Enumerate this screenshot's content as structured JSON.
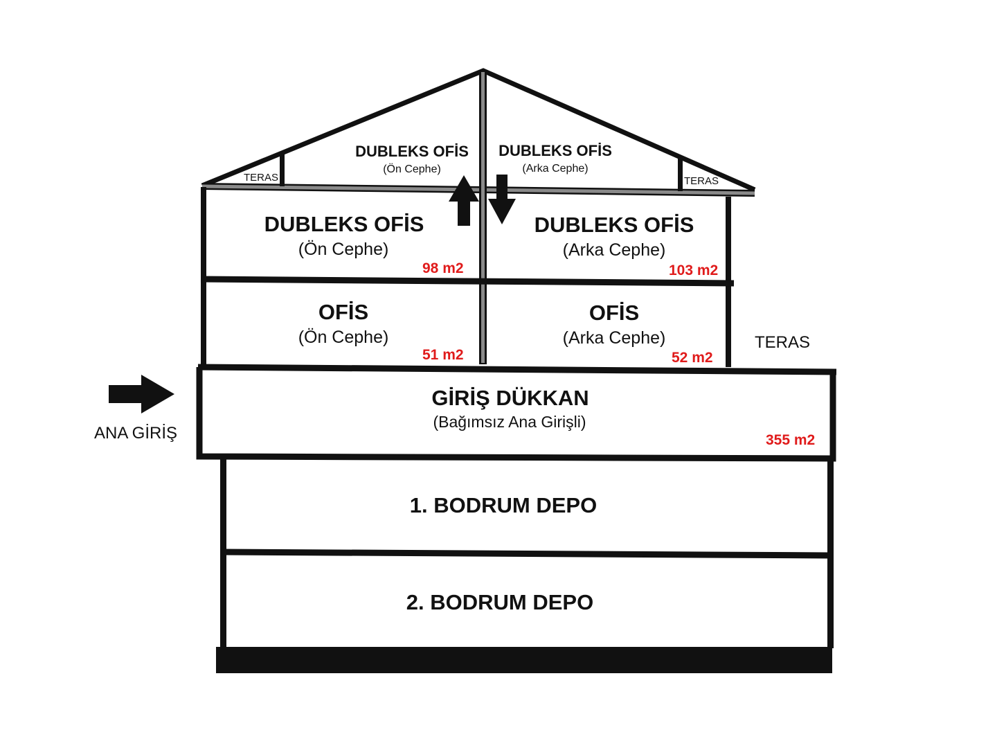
{
  "roof": {
    "left_title": "DUBLEKS OFİS",
    "left_sub": "(Ön Cephe)",
    "right_title": "DUBLEKS OFİS",
    "right_sub": "(Arka Cephe)",
    "left_terrace": "TERAS",
    "right_terrace": "TERAS"
  },
  "floor3": {
    "left_title": "DUBLEKS OFİS",
    "left_sub": "(Ön Cephe)",
    "left_area": "98 m2",
    "right_title": "DUBLEKS OFİS",
    "right_sub": "(Arka Cephe)",
    "right_area": "103 m2"
  },
  "floor2": {
    "left_title": "OFİS",
    "left_sub": "(Ön Cephe)",
    "left_area": "51 m2",
    "right_title": "OFİS",
    "right_sub": "(Arka Cephe)",
    "right_area": "52 m2",
    "side_terrace": "TERAS"
  },
  "ground": {
    "title": "GİRİŞ DÜKKAN",
    "sub": "(Bağımsız Ana Girişli)",
    "area": "355 m2",
    "entrance_label": "ANA GİRİŞ"
  },
  "basement1": {
    "title": "1. BODRUM DEPO"
  },
  "basement2": {
    "title": "2. BODRUM DEPO"
  },
  "colors": {
    "outline": "#111111",
    "area": "#e01b1b",
    "roof_beam": "#8a8a8a"
  }
}
